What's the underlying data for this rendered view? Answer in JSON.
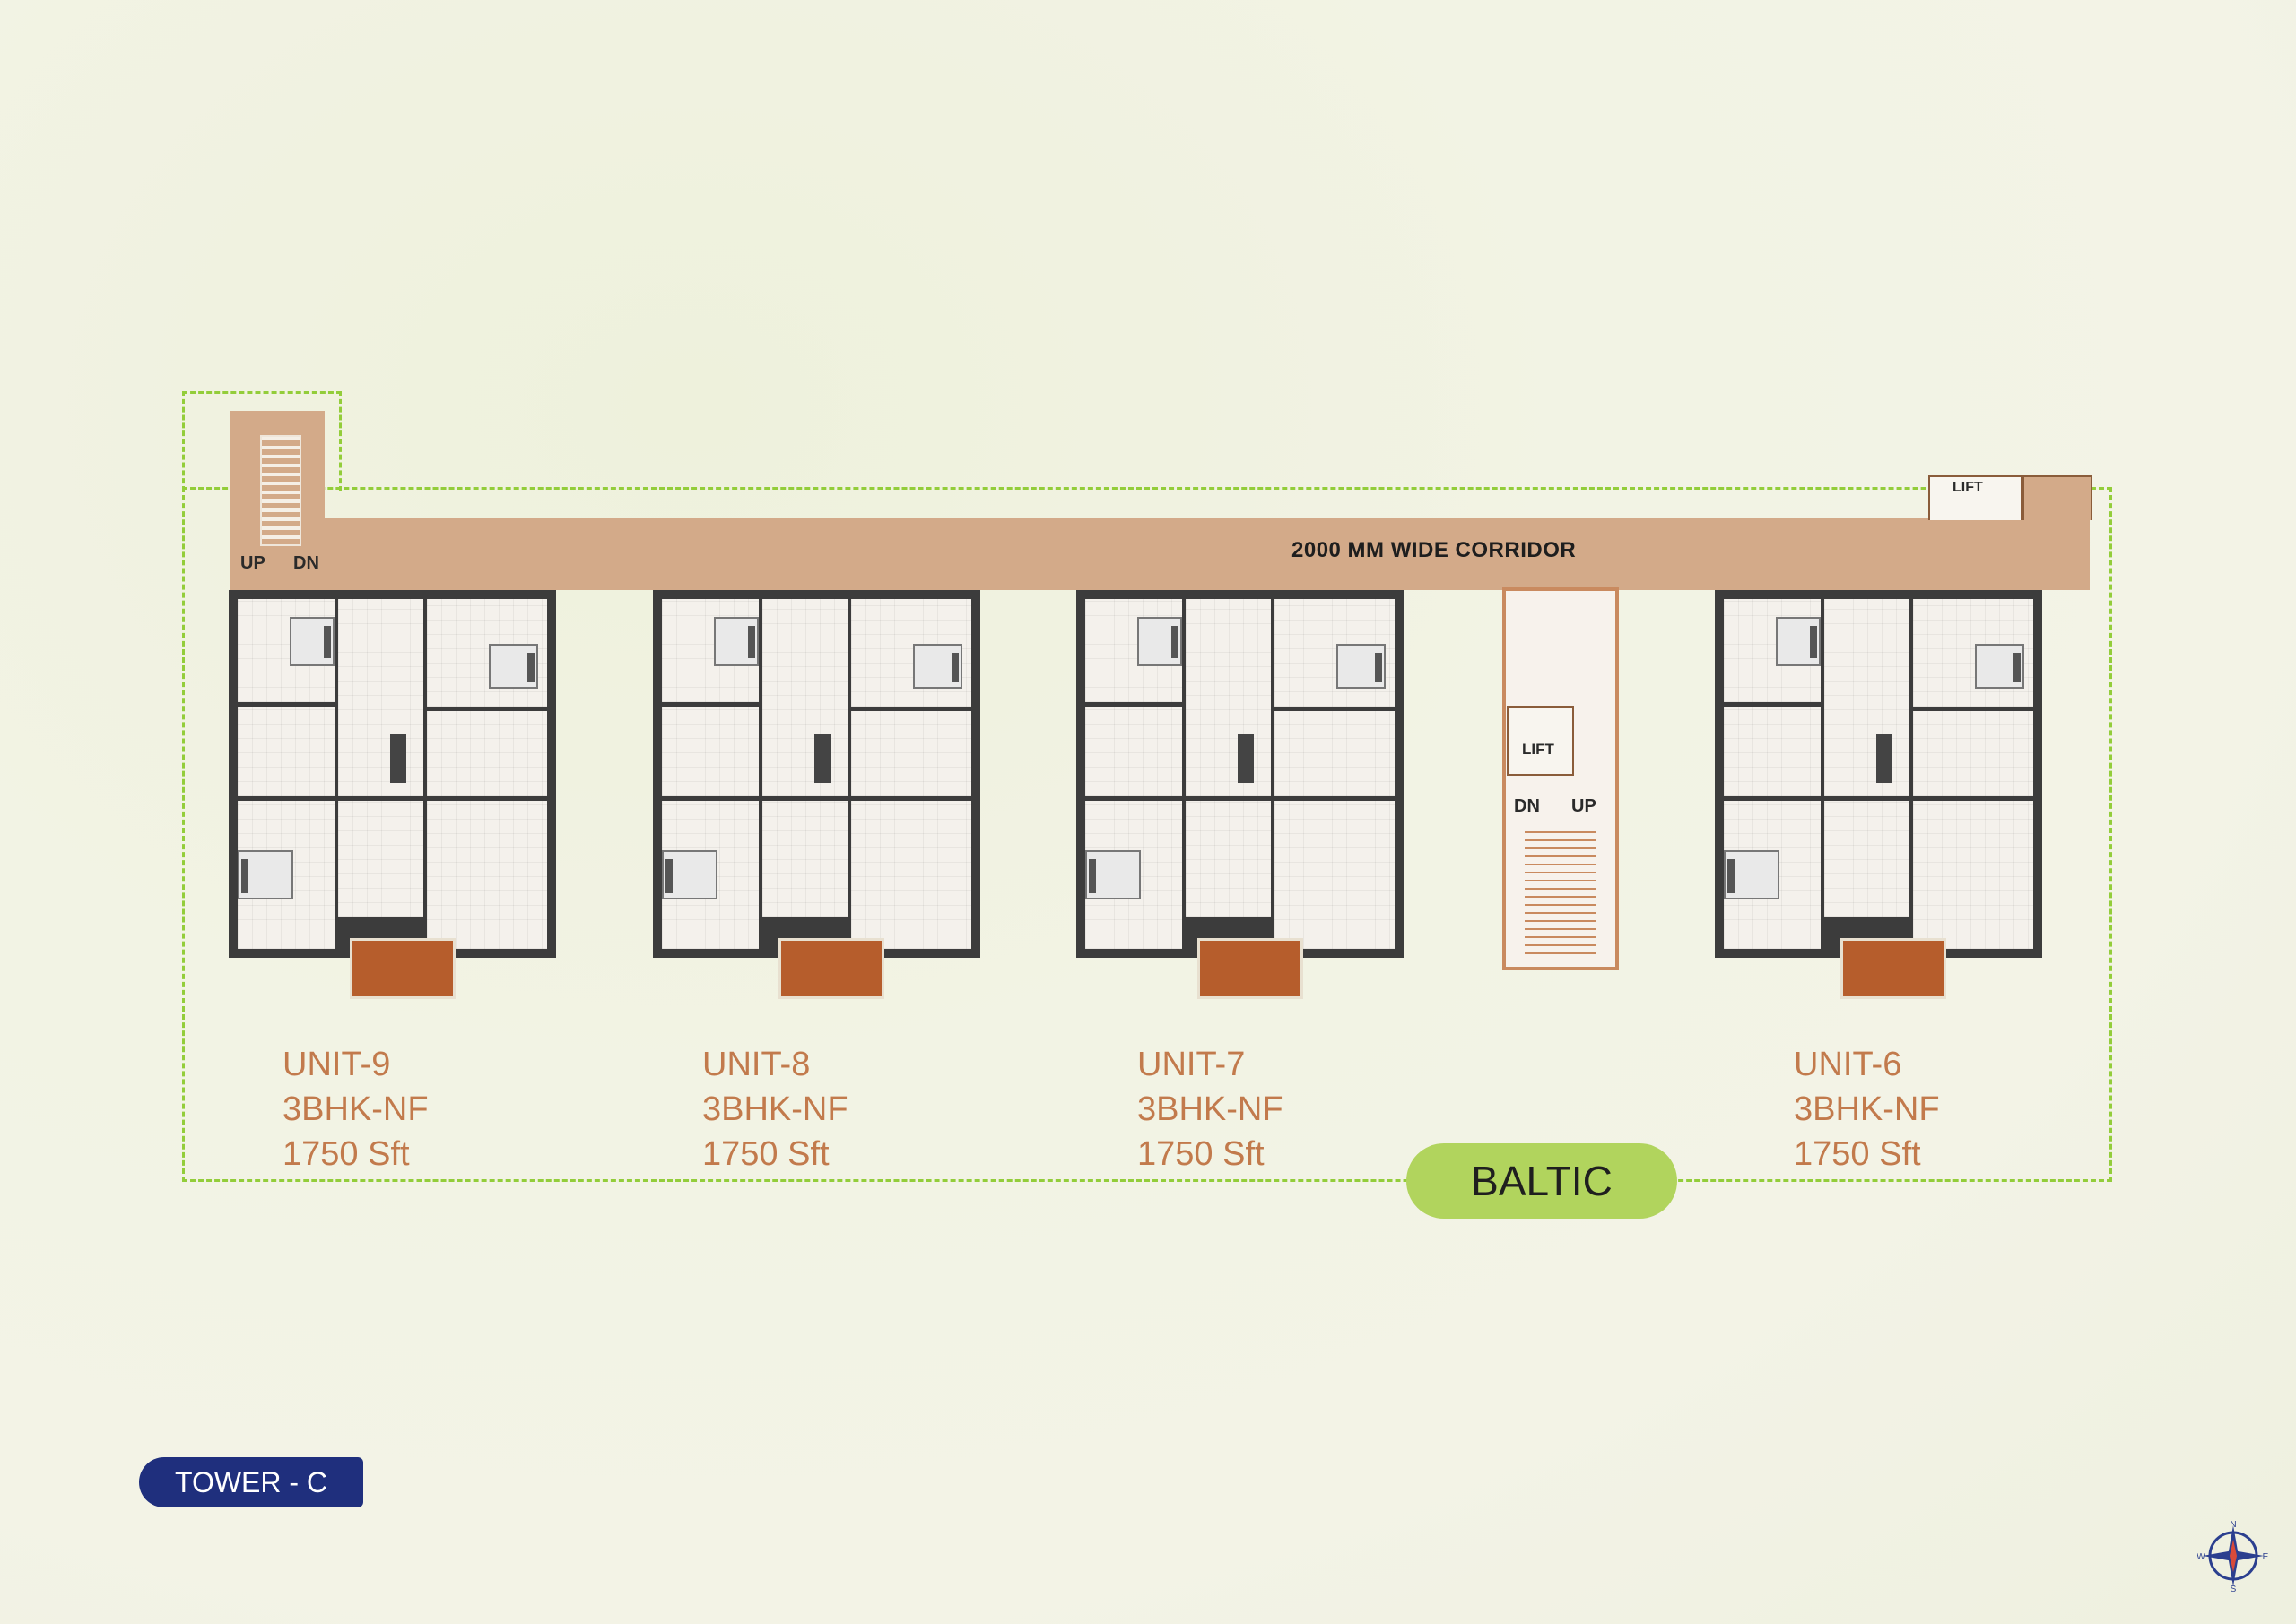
{
  "corridor": {
    "label": "2000 MM WIDE CORRIDOR"
  },
  "left_stair": {
    "up": "UP",
    "down": "DN"
  },
  "top_lift": {
    "label": "LIFT"
  },
  "core": {
    "lift": "LIFT",
    "down": "DN",
    "up": "UP"
  },
  "units": [
    {
      "name": "UNIT-9",
      "type": "3BHK-NF",
      "area": "1750 Sft"
    },
    {
      "name": "UNIT-8",
      "type": "3BHK-NF",
      "area": "1750 Sft"
    },
    {
      "name": "UNIT-7",
      "type": "3BHK-NF",
      "area": "1750 Sft"
    },
    {
      "name": "UNIT-6",
      "type": "3BHK-NF",
      "area": "1750 Sft"
    }
  ],
  "block_name": "BALTIC",
  "tower": "TOWER - C",
  "compass": {
    "n": "N",
    "e": "E",
    "s": "S",
    "w": "W"
  },
  "colors": {
    "boundary": "#93cd3a",
    "corridor": "#d3aa89",
    "unit_text": "#c27a4c",
    "badge": "#b1d45d",
    "tower_badge": "#1f2f7d",
    "balcony": "#b65d2c"
  }
}
